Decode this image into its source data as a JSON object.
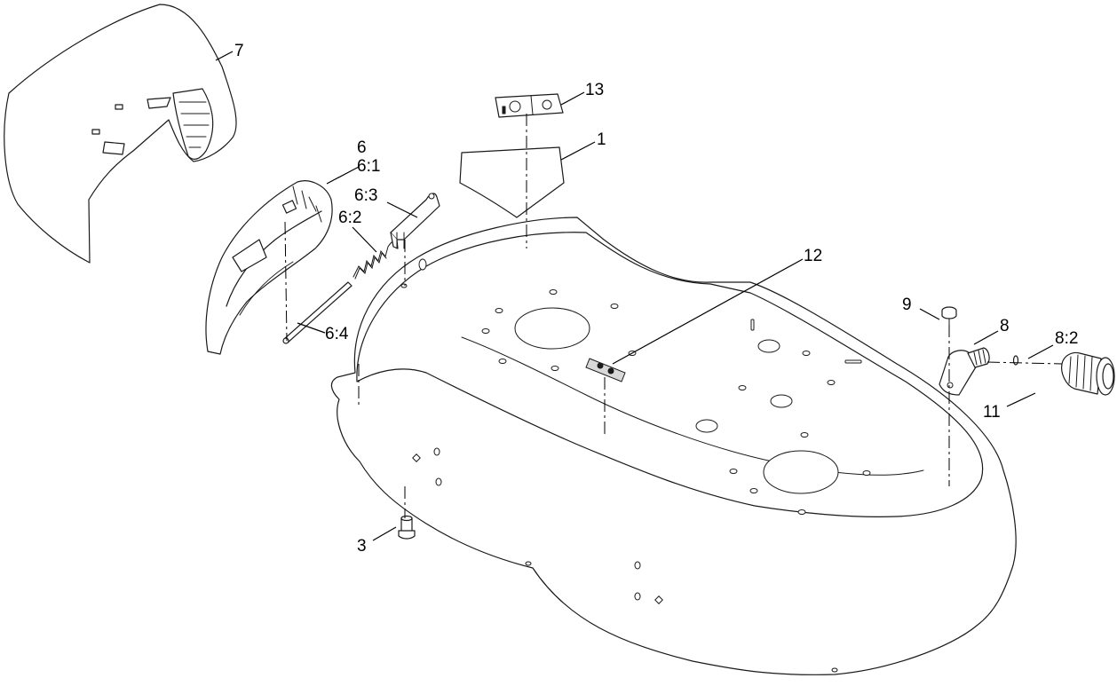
{
  "callouts": {
    "c1": "1",
    "c3": "3",
    "c6": "6",
    "c6_1": "6:1",
    "c6_2": "6:2",
    "c6_3": "6:3",
    "c6_4": "6:4",
    "c7": "7",
    "c8": "8",
    "c8_2": "8:2",
    "c9": "9",
    "c11": "11",
    "c12": "12",
    "c13": "13"
  },
  "colors": {
    "line": "#1a1a1a",
    "background": "#ffffff"
  }
}
